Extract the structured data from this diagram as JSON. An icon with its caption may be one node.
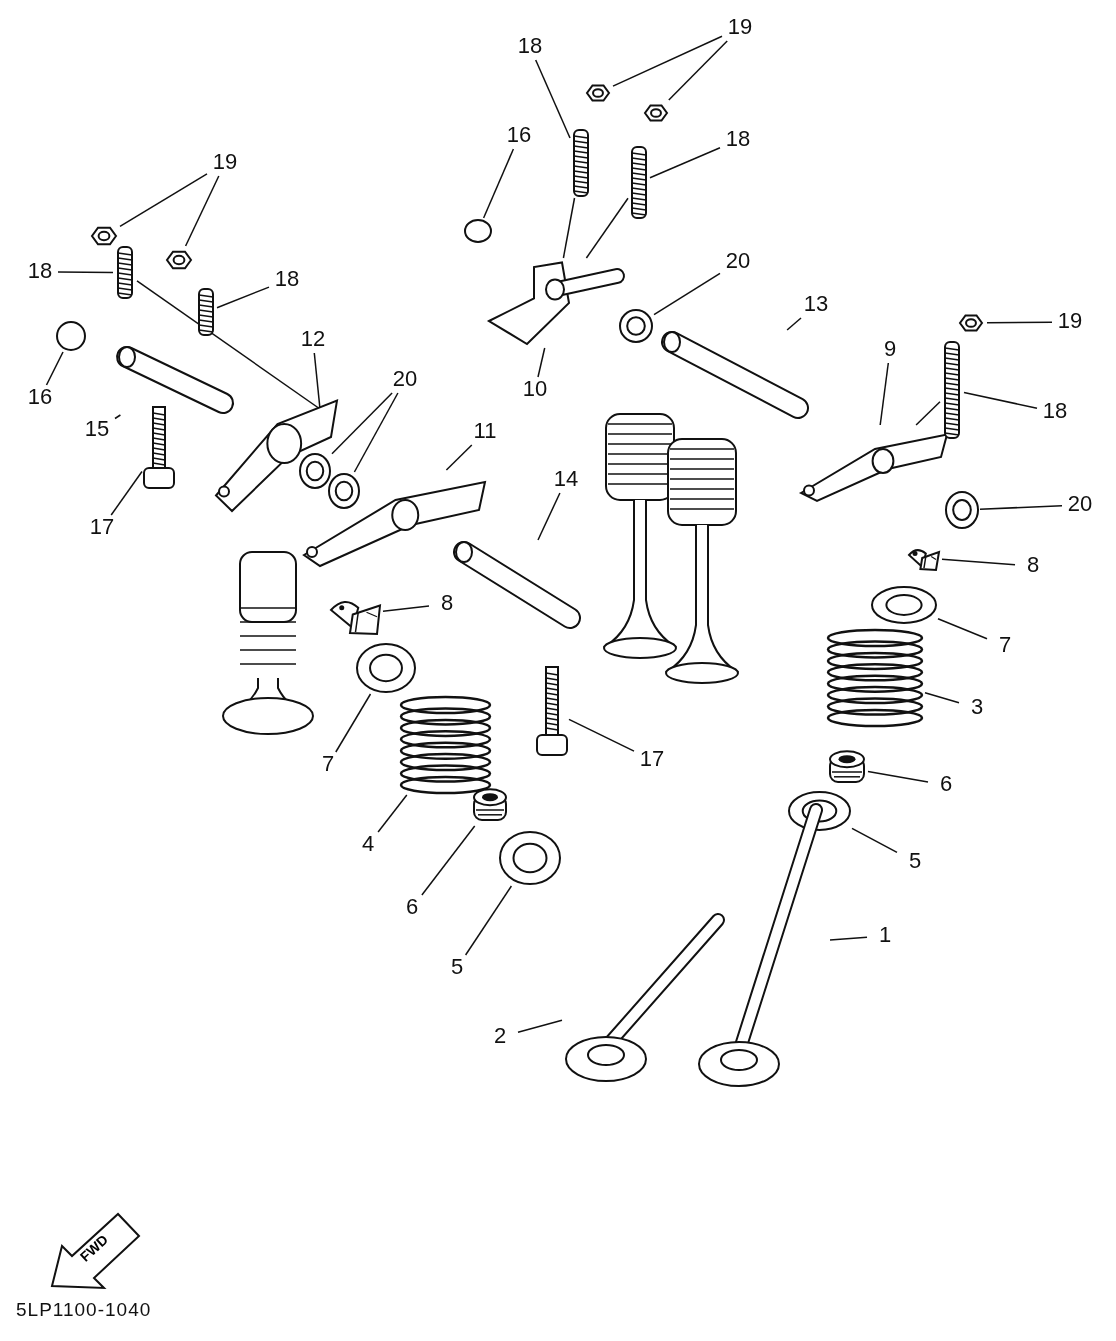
{
  "diagram": {
    "nodes": [
      {
        "text": [
          "19"
        ]
      },
      {
        "text": [],
        "shape": "picture"
      },
      {
        "text": [],
        "shape": "picture"
      },
      {
        "text": [
          "18"
        ]
      },
      {
        "text": [],
        "shape": "picture"
      },
      {
        "text": [
          "16"
        ]
      },
      {
        "text": [],
        "shape": "circle"
      },
      {
        "text": [
          "18"
        ]
      },
      {
        "text": [],
        "shape": "picture"
      },
      {
        "text": [
          "20"
        ]
      },
      {
        "text": [],
        "shape": "picture"
      },
      {
        "text": [
          "10"
        ]
      },
      {
        "text": [],
        "shape": "picture"
      },
      {
        "text": [
          "13"
        ]
      },
      {
        "text": [],
        "shape": "picture"
      },
      {
        "text": [
          "19"
        ]
      },
      {
        "text": [],
        "shape": "picture"
      },
      {
        "text": [],
        "shape": "picture"
      },
      {
        "text": [
          "18"
        ]
      },
      {
        "text": [],
        "shape": "picture"
      },
      {
        "text": [
          "18"
        ]
      },
      {
        "text": [],
        "shape": "picture"
      },
      {
        "text": [
          "16"
        ]
      },
      {
        "text": [],
        "shape": "circle"
      },
      {
        "text": [
          "15"
        ]
      },
      {
        "text": [],
        "shape": "picture"
      },
      {
        "text": [
          "12"
        ]
      },
      {
        "text": [],
        "shape": "picture"
      },
      {
        "text": [
          "20"
        ]
      },
      {
        "text": [],
        "shape": "picture"
      },
      {
        "text": [],
        "shape": "picture"
      },
      {
        "text": [
          "17"
        ]
      },
      {
        "text": [],
        "shape": "picture"
      },
      {
        "text": [
          "11"
        ]
      },
      {
        "text": [],
        "shape": "picture"
      },
      {
        "text": [
          "14"
        ]
      },
      {
        "text": [],
        "shape": "picture"
      },
      {
        "text": [
          "8"
        ]
      },
      {
        "text": [],
        "shape": "picture"
      },
      {
        "text": [
          "7"
        ]
      },
      {
        "text": [],
        "shape": "picture"
      },
      {
        "text": [
          "4"
        ]
      },
      {
        "text": [],
        "shape": "picture"
      },
      {
        "text": [
          "6"
        ]
      },
      {
        "text": [],
        "shape": "picture"
      },
      {
        "text": [
          "5"
        ]
      },
      {
        "text": [],
        "shape": "picture"
      },
      {
        "text": [
          "2"
        ]
      },
      {
        "text": [],
        "shape": "picture"
      },
      {
        "text": [
          "17"
        ]
      },
      {
        "text": [],
        "shape": "picture"
      },
      {
        "text": [
          "9"
        ]
      },
      {
        "text": [],
        "shape": "picture"
      },
      {
        "text": [
          "19"
        ]
      },
      {
        "text": [],
        "shape": "picture"
      },
      {
        "text": [
          "18"
        ]
      },
      {
        "text": [],
        "shape": "picture"
      },
      {
        "text": [
          "20"
        ]
      },
      {
        "text": [],
        "shape": "picture"
      },
      {
        "text": [
          "8"
        ]
      },
      {
        "text": [],
        "shape": "picture"
      },
      {
        "text": [
          "7"
        ]
      },
      {
        "text": [],
        "shape": "picture"
      },
      {
        "text": [
          "3"
        ]
      },
      {
        "text": [],
        "shape": "picture"
      },
      {
        "text": [
          "6"
        ]
      },
      {
        "text": [],
        "shape": "picture"
      },
      {
        "text": [
          "5"
        ]
      },
      {
        "text": [],
        "shape": "picture"
      },
      {
        "text": [
          "1"
        ]
      },
      {
        "text": [],
        "shape": "picture"
      },
      {
        "text": [
          "FWD"
        ]
      }
    ],
    "edges": [
      {
        "from": 0,
        "to": 1,
        "arrow": "none"
      },
      {
        "from": 0,
        "to": 2,
        "arrow": "none"
      },
      {
        "from": 3,
        "to": 4,
        "arrow": "none"
      },
      {
        "from": 5,
        "to": 6,
        "arrow": "none"
      },
      {
        "from": 7,
        "to": 8,
        "arrow": "none"
      },
      {
        "from": 9,
        "to": 10,
        "arrow": "none"
      },
      {
        "from": 11,
        "to": 12,
        "arrow": "none"
      },
      {
        "from": 13,
        "to": 14,
        "arrow": "none"
      },
      {
        "from": 15,
        "to": 16,
        "arrow": "none"
      },
      {
        "from": 15,
        "to": 17,
        "arrow": "none"
      },
      {
        "from": 18,
        "to": 19,
        "arrow": "none"
      },
      {
        "from": 20,
        "to": 21,
        "arrow": "none"
      },
      {
        "from": 22,
        "to": 23,
        "arrow": "none"
      },
      {
        "from": 24,
        "to": 25,
        "arrow": "none"
      },
      {
        "from": 26,
        "to": 27,
        "arrow": "none"
      },
      {
        "from": 28,
        "to": 29,
        "arrow": "none"
      },
      {
        "from": 28,
        "to": 30,
        "arrow": "none"
      },
      {
        "from": 31,
        "to": 32,
        "arrow": "none"
      },
      {
        "from": 33,
        "to": 34,
        "arrow": "none"
      },
      {
        "from": 35,
        "to": 36,
        "arrow": "none"
      },
      {
        "from": 37,
        "to": 38,
        "arrow": "none"
      },
      {
        "from": 39,
        "to": 40,
        "arrow": "none"
      },
      {
        "from": 41,
        "to": 42,
        "arrow": "none"
      },
      {
        "from": 43,
        "to": 44,
        "arrow": "none"
      },
      {
        "from": 45,
        "to": 46,
        "arrow": "none"
      },
      {
        "from": 47,
        "to": 48,
        "arrow": "none"
      },
      {
        "from": 49,
        "to": 50,
        "arrow": "none"
      },
      {
        "from": 51,
        "to": 52,
        "arrow": "none"
      },
      {
        "from": 53,
        "to": 54,
        "arrow": "none"
      },
      {
        "from": 55,
        "to": 56,
        "arrow": "none"
      },
      {
        "from": 57,
        "to": 58,
        "arrow": "none"
      },
      {
        "from": 59,
        "to": 60,
        "arrow": "none"
      },
      {
        "from": 61,
        "to": 62,
        "arrow": "none"
      },
      {
        "from": 63,
        "to": 64,
        "arrow": "none"
      },
      {
        "from": 65,
        "to": 66,
        "arrow": "none"
      },
      {
        "from": 67,
        "to": 68,
        "arrow": "none"
      },
      {
        "from": 69,
        "to": 70,
        "arrow": "none"
      },
      {
        "from": 19,
        "to": 27,
        "arrow": "none"
      },
      {
        "from": 4,
        "to": 12,
        "arrow": "none"
      },
      {
        "from": 8,
        "to": 12,
        "arrow": "none"
      },
      {
        "from": 56,
        "to": 52,
        "arrow": "none"
      }
    ],
    "labels": [
      "5LP1100-1040"
    ]
  }
}
